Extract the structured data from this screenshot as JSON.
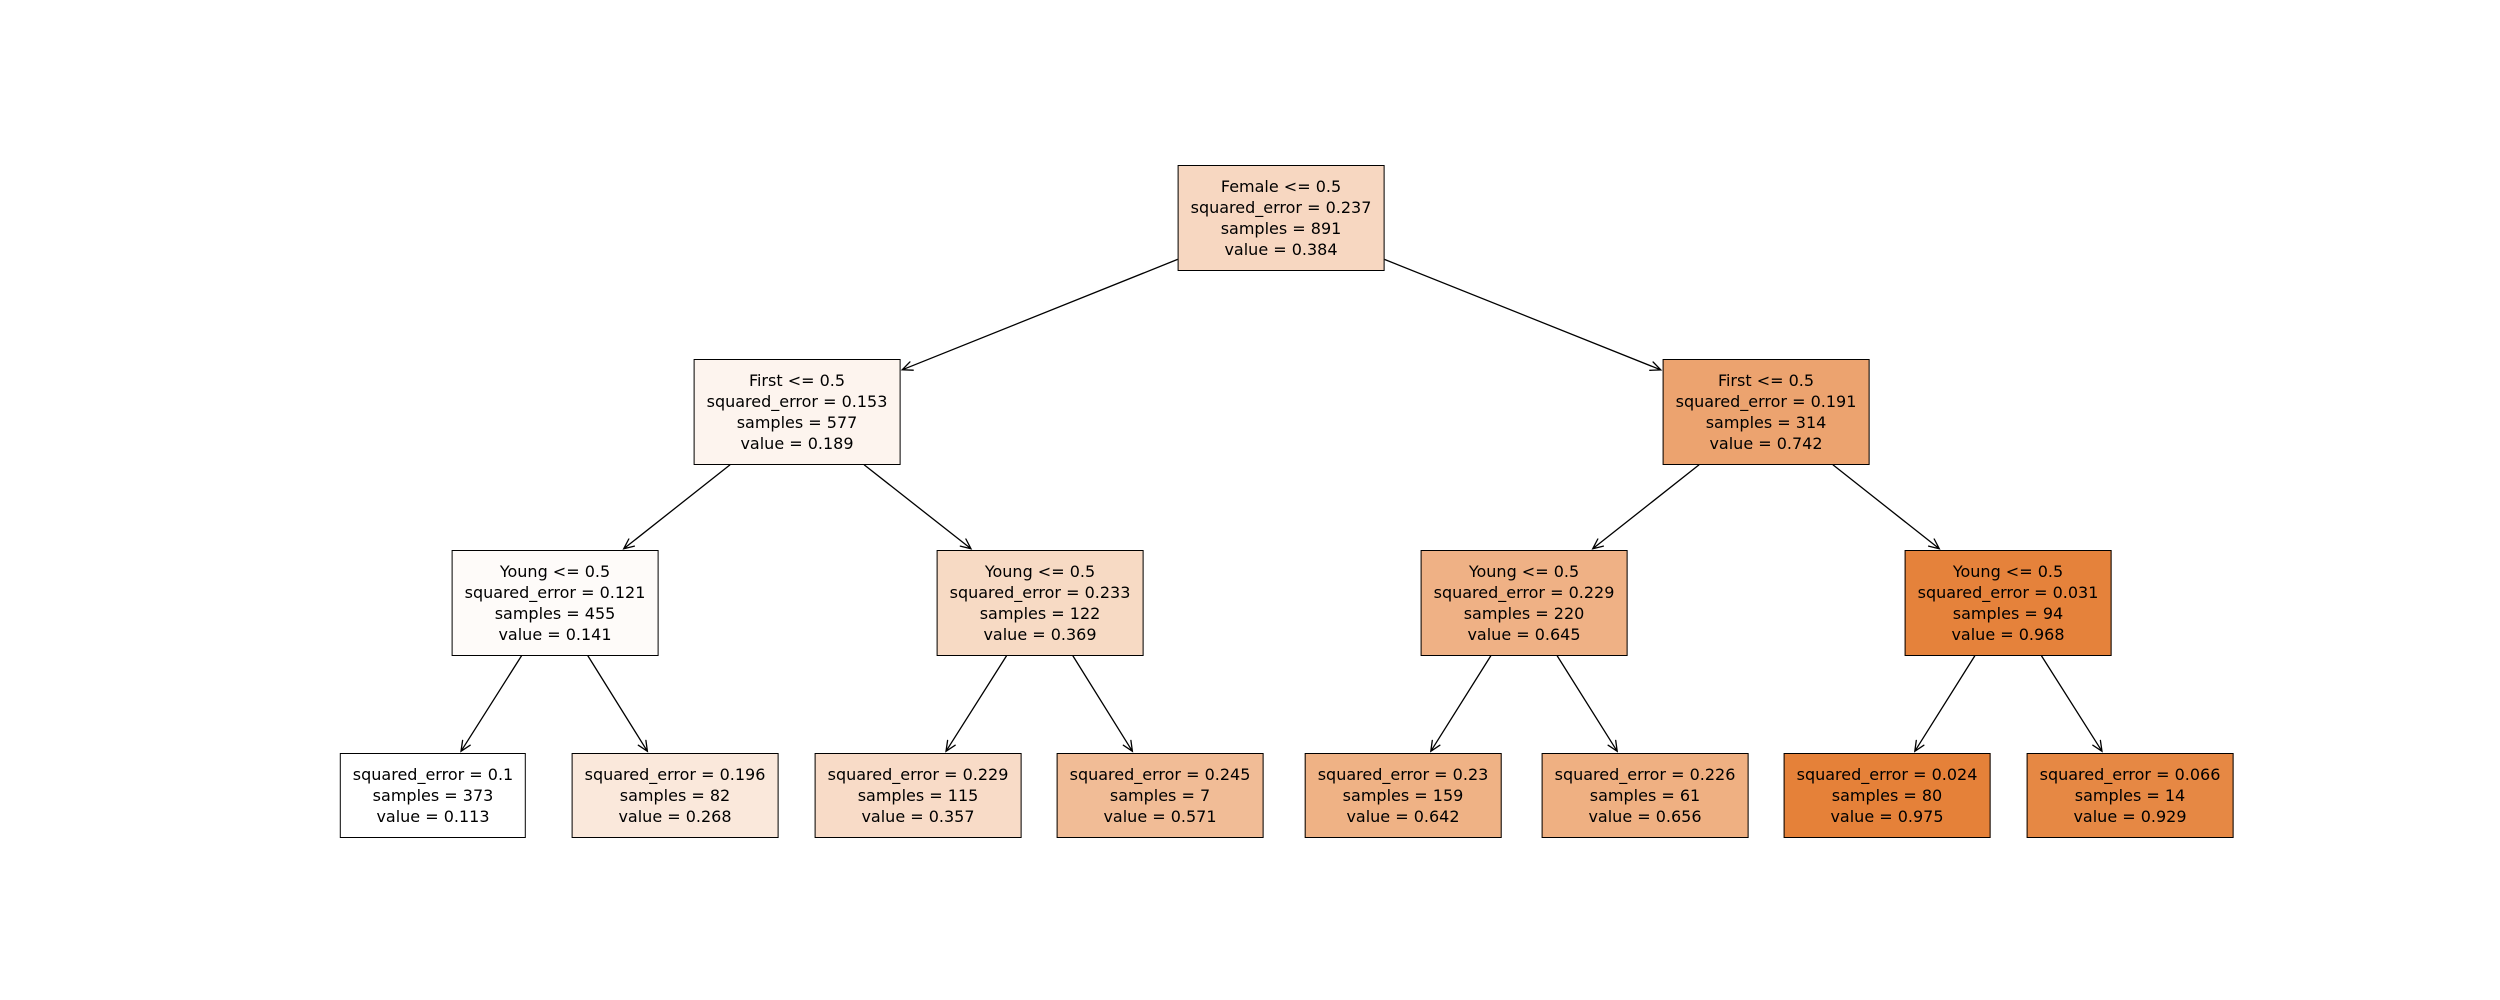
{
  "figure": {
    "background": "#ffffff",
    "edge_color": "#000000",
    "text_color": "#000000",
    "base_orange": "#e58139"
  },
  "tree": {
    "type": "regression-decision-tree",
    "criterion_label": "squared_error",
    "nodes": [
      {
        "feature": "Female",
        "threshold": 0.5,
        "squared_error": 0.237,
        "samples": 891,
        "value": 0.384,
        "fill": "#f7d7c1",
        "lines": [
          "Female <= 0.5",
          "squared_error = 0.237",
          "samples = 891",
          "value = 0.384"
        ]
      },
      {
        "feature": "First",
        "threshold": 0.5,
        "squared_error": 0.153,
        "samples": 577,
        "value": 0.189,
        "fill": "#fdf4ee",
        "lines": [
          "First <= 0.5",
          "squared_error = 0.153",
          "samples = 577",
          "value = 0.189"
        ]
      },
      {
        "feature": "First",
        "threshold": 0.5,
        "squared_error": 0.191,
        "samples": 314,
        "value": 0.742,
        "fill": "#eca36f",
        "lines": [
          "First <= 0.5",
          "squared_error = 0.191",
          "samples = 314",
          "value = 0.742"
        ]
      },
      {
        "feature": "Young",
        "threshold": 0.5,
        "squared_error": 0.121,
        "samples": 455,
        "value": 0.141,
        "fill": "#fefbf9",
        "lines": [
          "Young <= 0.5",
          "squared_error = 0.121",
          "samples = 455",
          "value = 0.141"
        ]
      },
      {
        "feature": "Young",
        "threshold": 0.5,
        "squared_error": 0.233,
        "samples": 122,
        "value": 0.369,
        "fill": "#f7dac4",
        "lines": [
          "Young <= 0.5",
          "squared_error = 0.233",
          "samples = 122",
          "value = 0.369"
        ]
      },
      {
        "feature": "Young",
        "threshold": 0.5,
        "squared_error": 0.229,
        "samples": 220,
        "value": 0.645,
        "fill": "#efb185",
        "lines": [
          "Young <= 0.5",
          "squared_error = 0.229",
          "samples = 220",
          "value = 0.645"
        ]
      },
      {
        "feature": "Young",
        "threshold": 0.5,
        "squared_error": 0.031,
        "samples": 94,
        "value": 0.968,
        "fill": "#e5823b",
        "lines": [
          "Young <= 0.5",
          "squared_error = 0.031",
          "samples = 94",
          "value = 0.968"
        ]
      },
      {
        "squared_error": 0.1,
        "samples": 373,
        "value": 0.113,
        "fill": "#ffffff",
        "lines": [
          "squared_error = 0.1",
          "samples = 373",
          "value = 0.113"
        ]
      },
      {
        "squared_error": 0.196,
        "samples": 82,
        "value": 0.268,
        "fill": "#fae8db",
        "lines": [
          "squared_error = 0.196",
          "samples = 82",
          "value = 0.268"
        ]
      },
      {
        "squared_error": 0.229,
        "samples": 115,
        "value": 0.357,
        "fill": "#f8dbc7",
        "lines": [
          "squared_error = 0.229",
          "samples = 115",
          "value = 0.357"
        ]
      },
      {
        "squared_error": 0.245,
        "samples": 7,
        "value": 0.571,
        "fill": "#f1bc96",
        "lines": [
          "squared_error = 0.245",
          "samples = 7",
          "value = 0.571"
        ]
      },
      {
        "squared_error": 0.23,
        "samples": 159,
        "value": 0.642,
        "fill": "#efb285",
        "lines": [
          "squared_error = 0.23",
          "samples = 159",
          "value = 0.642"
        ]
      },
      {
        "squared_error": 0.226,
        "samples": 61,
        "value": 0.656,
        "fill": "#efb082",
        "lines": [
          "squared_error = 0.226",
          "samples = 61",
          "value = 0.656"
        ]
      },
      {
        "squared_error": 0.024,
        "samples": 80,
        "value": 0.975,
        "fill": "#e58139",
        "lines": [
          "squared_error = 0.024",
          "samples = 80",
          "value = 0.975"
        ]
      },
      {
        "squared_error": 0.066,
        "samples": 14,
        "value": 0.929,
        "fill": "#e68844",
        "lines": [
          "squared_error = 0.066",
          "samples = 14",
          "value = 0.929"
        ]
      }
    ],
    "edges": [
      {
        "from": 0,
        "to": 1
      },
      {
        "from": 0,
        "to": 2
      },
      {
        "from": 1,
        "to": 3
      },
      {
        "from": 1,
        "to": 4
      },
      {
        "from": 2,
        "to": 5
      },
      {
        "from": 2,
        "to": 6
      },
      {
        "from": 3,
        "to": 7
      },
      {
        "from": 3,
        "to": 8
      },
      {
        "from": 4,
        "to": 9
      },
      {
        "from": 4,
        "to": 10
      },
      {
        "from": 5,
        "to": 11
      },
      {
        "from": 5,
        "to": 12
      },
      {
        "from": 6,
        "to": 13
      },
      {
        "from": 6,
        "to": 14
      }
    ]
  }
}
